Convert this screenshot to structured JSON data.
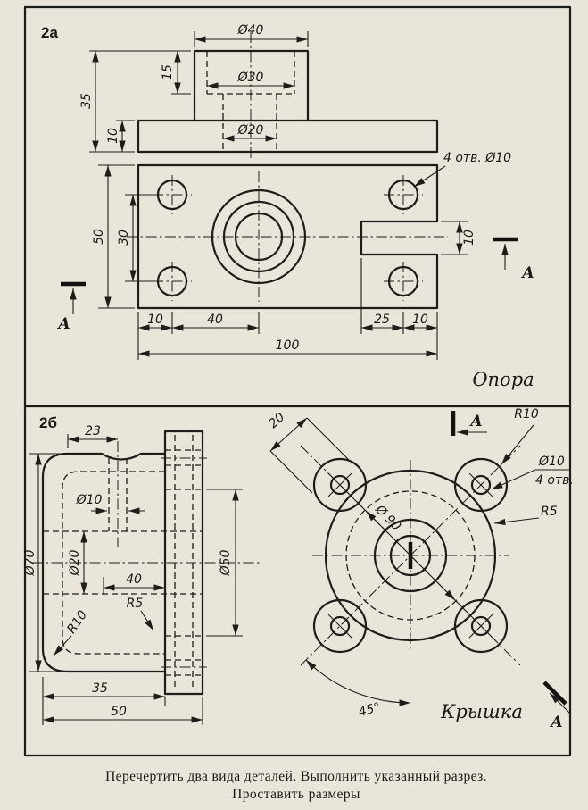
{
  "sheet": {
    "caption_line1": "Перечертить два вида деталей. Выполнить указанный разрез.",
    "caption_line2": "Проставить размеры"
  },
  "panel_a": {
    "label": "2а",
    "part_name": "Опора",
    "hole_note": "4 отв. Ø10",
    "section_letter": "А",
    "front": {
      "d40": "Ø40",
      "d30": "Ø30",
      "d20": "Ø20",
      "h15": "15",
      "h35": "35",
      "h10": "10"
    },
    "plan": {
      "v50": "50",
      "v30": "30",
      "notch": "10",
      "c10l": "10",
      "c40": "40",
      "c25": "25",
      "c10r": "10",
      "c100": "100"
    }
  },
  "panel_b": {
    "label": "2б",
    "part_name": "Крышка",
    "section_letter": "А",
    "left": {
      "m23": "23",
      "d10": "Ø10",
      "d20": "Ø20",
      "d70": "Ø70",
      "m40": "40",
      "r5": "R5",
      "r10": "R10",
      "m35": "35",
      "m50": "50",
      "d50": "Ø50"
    },
    "front": {
      "m20": "20",
      "r10": "R10",
      "d10": "Ø10",
      "holes": "4 отв.",
      "r5": "R5",
      "d90": "Ø 90",
      "a45": "45°"
    }
  }
}
